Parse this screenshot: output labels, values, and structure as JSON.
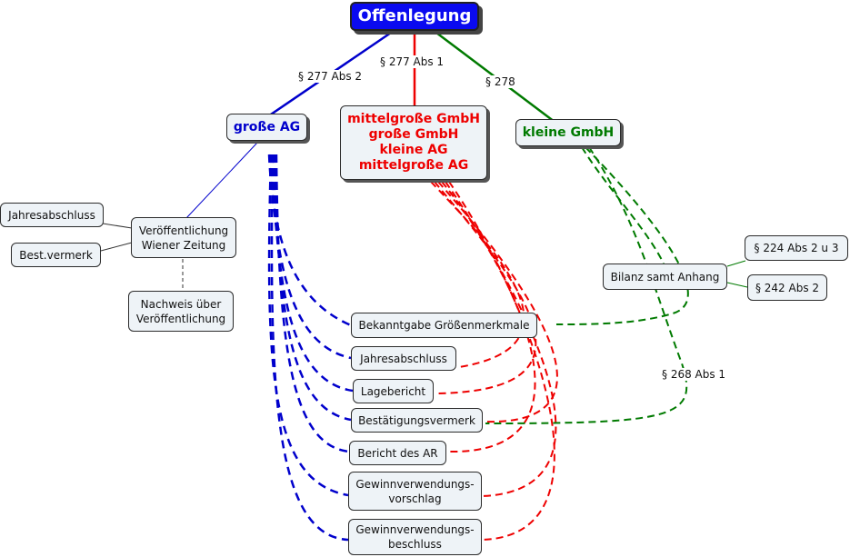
{
  "colors": {
    "blue": "#0000cc",
    "red": "#ee0000",
    "green": "#007a00",
    "grey": "#333333"
  },
  "root": {
    "label": "Offenlegung"
  },
  "categories": {
    "gross_ag": "große AG",
    "middle": "mittelgroße GmbH\ngroße GmbH\nkleine AG\nmittelgroße AG",
    "klein": "kleine GmbH"
  },
  "edge_labels": {
    "s277_2": "§ 277 Abs 2",
    "s277_1": "§ 277 Abs 1",
    "s278": "§ 278",
    "s268": "§ 268 Abs 1"
  },
  "left": {
    "veroeffentlichung": "Veröffentlichung\nWiener Zeitung",
    "jahresabschluss": "Jahresabschluss",
    "bestvermerk": "Best.vermerk",
    "nachweis": "Nachweis über\nVeröffentlichung"
  },
  "right": {
    "bilanz": "Bilanz samt Anhang",
    "p224": "§ 224 Abs 2 u 3",
    "p242": "§ 242 Abs 2"
  },
  "documents": {
    "bekanntgabe": "Bekanntgabe Größenmerkmale",
    "jahresabschluss": "Jahresabschluss",
    "lagebericht": "Lagebericht",
    "bestaetigung": "Bestätigungsvermerk",
    "bericht_ar": "Bericht des AR",
    "vorschlag": "Gewinnverwendungs-\nvorschlag",
    "beschluss": "Gewinnverwendungs-\nbeschluss"
  }
}
